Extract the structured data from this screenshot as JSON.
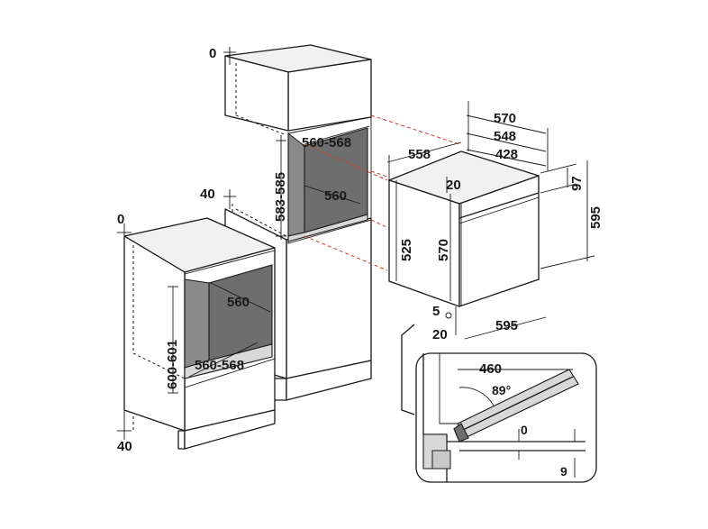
{
  "dimensions": {
    "tall_top_clearance": "0",
    "tall_rear_clearance": "40",
    "tall_niche_width": "560-568",
    "tall_niche_height": "583-585",
    "tall_niche_depth": "560",
    "base_top_clearance": "0",
    "base_bottom_clearance": "40",
    "base_niche_depth": "560",
    "base_niche_height": "600-601",
    "base_niche_width": "560-568",
    "oven_width_total": "570",
    "oven_width_mid": "548",
    "oven_width_inner": "428",
    "oven_depth": "558",
    "oven_offset": "20",
    "oven_panel_height": "97",
    "oven_total_height": "595",
    "oven_body_height": "525",
    "oven_front_height": "570",
    "oven_gap": "5",
    "oven_bottom_offset": "20",
    "oven_front_width": "595",
    "door_depth": "460",
    "door_angle": "89°",
    "door_gap": "0",
    "door_bottom_gap": "9"
  },
  "colors": {
    "line": "#1a1a1a",
    "guide": "#d33a2c",
    "cavity": "#8a8a8a"
  }
}
